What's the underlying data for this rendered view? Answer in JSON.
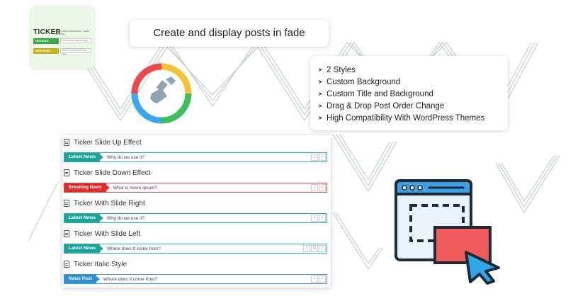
{
  "thumbnail": {
    "title": "TICKER",
    "subtitle": "FADE · FADE HORIZONTAL · FADE VERTICAL",
    "bar1_label": "HEADING",
    "bar1_text": "Lorem ipsum dolor sit amet",
    "bar2_label": "BREAKING NEWS",
    "bar2_text": "How to post popular news item"
  },
  "headline": "Create and display posts in fade",
  "features": [
    "2 Styles",
    "Custom Background",
    "Custom Title and Background",
    "Drag & Drop Post Order Change",
    "High Compatibility With WordPress Themes"
  ],
  "demos": [
    {
      "title": "Ticker Slide Up Effect",
      "label": "Latest News",
      "text": "Why do we use it?",
      "label_color": "#1aa59a",
      "border_color": "#2bb3a3",
      "controls": [
        "‹",
        "›"
      ]
    },
    {
      "title": "Ticker Slide Down Effect",
      "label": "Breaking News",
      "text": "What is lorem ipsum?",
      "label_color": "#e02b2b",
      "border_color": "#e24a4a",
      "controls": [
        "‹",
        "›"
      ]
    },
    {
      "title": "Ticker With Slide Right",
      "label": "Latest News",
      "text": "Why do we use it?",
      "label_color": "#1aa59a",
      "border_color": "#2bb3a3",
      "controls": [
        "‹",
        "›"
      ]
    },
    {
      "title": "Ticker With Slide Left",
      "label": "Latest News",
      "text": "Where does it come from?",
      "label_color": "#1aa59a",
      "border_color": "#2bb3a3",
      "controls": [
        "‹",
        "II",
        "›"
      ]
    },
    {
      "title": "Ticker Italic Style",
      "label": "News Post",
      "text": "Where does it come from?",
      "label_color": "#2d8fd5",
      "border_color": "#3a9ad9",
      "controls": [
        "‹",
        "›"
      ]
    }
  ],
  "colors": {
    "zigzag": "#c9d6c9",
    "logo_red": "#f0464a",
    "logo_yellow": "#f7c136",
    "logo_green": "#3bbf5a",
    "logo_blue": "#3aa8ef",
    "browser_window": "#e9f3fb",
    "browser_accent": "#f05a5a",
    "cursor_blue": "#2fa6e8"
  },
  "icons": {
    "logo": "paintbrush-ring-logo",
    "browser": "browser-window-select-icon",
    "cursor": "mouse-cursor-icon"
  }
}
